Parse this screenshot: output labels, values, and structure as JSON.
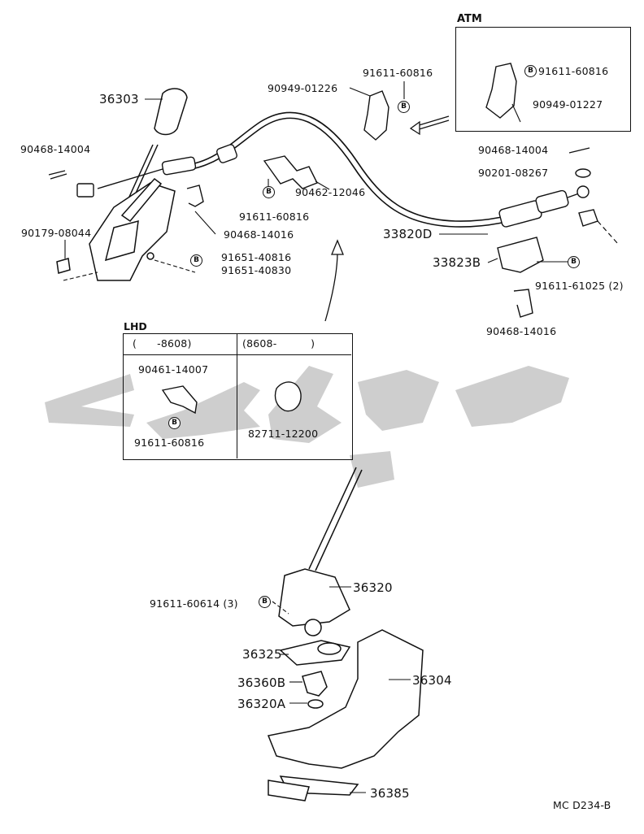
{
  "diagram": {
    "code": "MC D234-B",
    "watermark": "",
    "atm_box": {
      "title": "ATM",
      "labels": [
        "91611-60816",
        "90949-01227"
      ]
    },
    "lhd_box": {
      "title": "LHD",
      "col1_header": "(      -8608)",
      "col2_header": "(8608-          )",
      "col1_labels": [
        "90461-14007",
        "91611-60816"
      ],
      "col2_labels": [
        "82711-12200"
      ]
    },
    "b_marker": "B",
    "labels": {
      "p36303": "36303",
      "p90468_14004_left": "90468-14004",
      "p90179_08044": "90179-08044",
      "p90468_14016_mid": "90468-14016",
      "p91651_40816": "91651-40816",
      "p91651_40830": "91651-40830",
      "p91611_60816_mid": "91611-60816",
      "p90462_12046": "90462-12046",
      "p90949_01226": "90949-01226",
      "p91611_60816_top": "91611-60816",
      "p90468_14004_right": "90468-14004",
      "p90201_08267": "90201-08267",
      "p33820D": "33820D",
      "p33823B": "33823B",
      "p91611_61025": "91611-61025 (2)",
      "p90468_14016_right": "90468-14016",
      "p36320": "36320",
      "p91611_60614": "91611-60614 (3)",
      "p36325": "36325",
      "p36360B": "36360B",
      "p36320A": "36320A",
      "p36304": "36304",
      "p36385": "36385"
    }
  }
}
